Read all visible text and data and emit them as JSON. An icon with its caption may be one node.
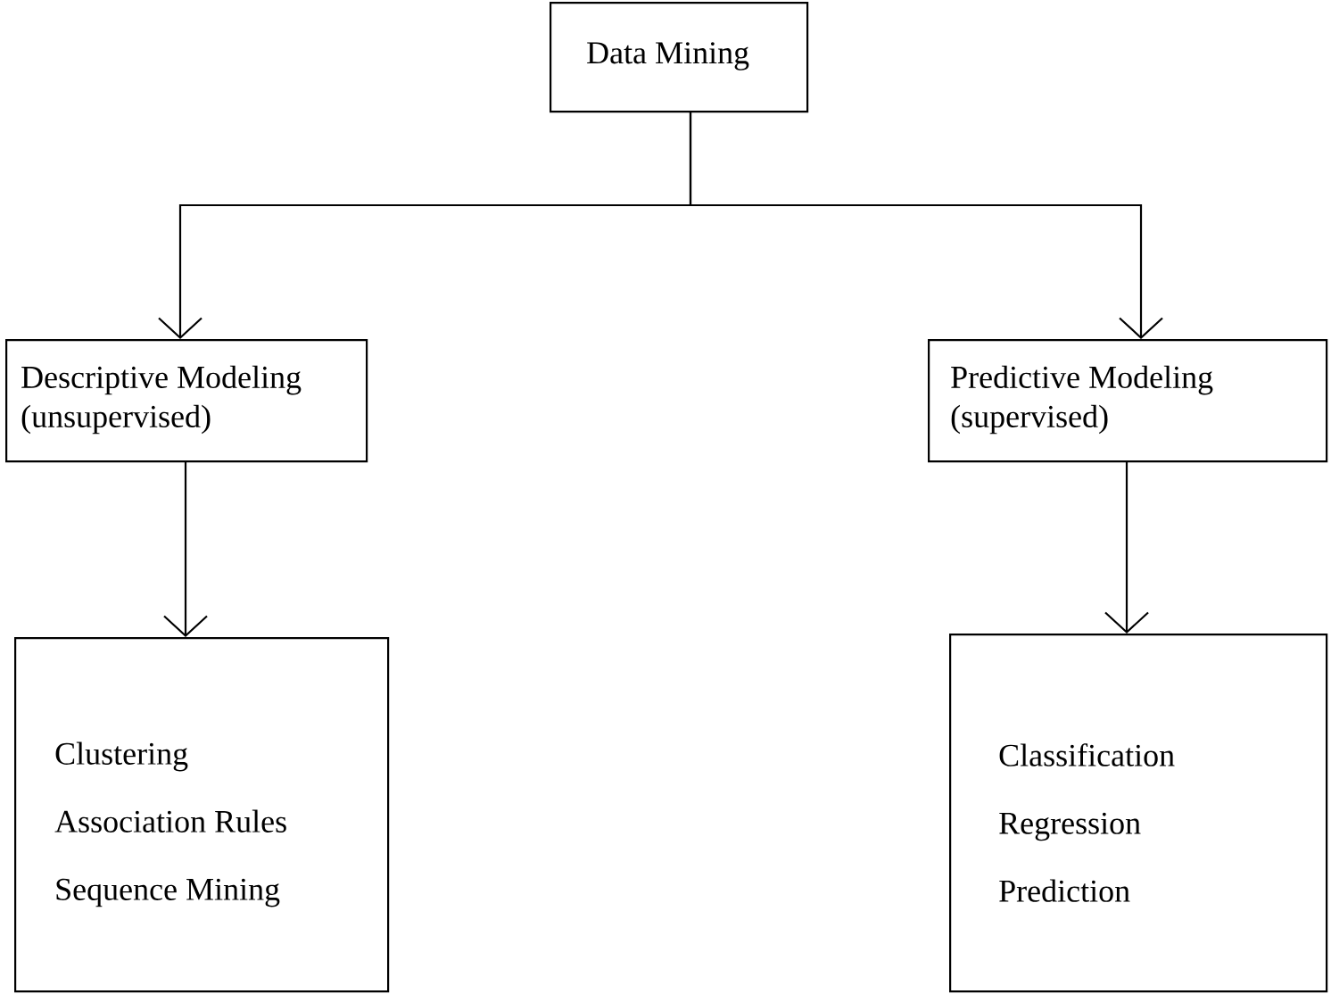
{
  "diagram": {
    "nodes": [
      {
        "text": [
          "Data Mining"
        ]
      },
      {
        "text": [
          "Descriptive Modeling (unsupervised)"
        ]
      },
      {
        "text": [
          "Predictive Modeling (supervised)"
        ]
      },
      {
        "text": [
          "Clustering",
          "Association Rules",
          "Sequence Mining"
        ]
      },
      {
        "text": [
          "Classification",
          "Regression",
          "Prediction"
        ]
      }
    ],
    "edges": [
      {
        "from": 0,
        "to": 1,
        "arrow": "to"
      },
      {
        "from": 0,
        "to": 2,
        "arrow": "to"
      },
      {
        "from": 1,
        "to": 3,
        "arrow": "to"
      },
      {
        "from": 2,
        "to": 4,
        "arrow": "to"
      }
    ]
  }
}
